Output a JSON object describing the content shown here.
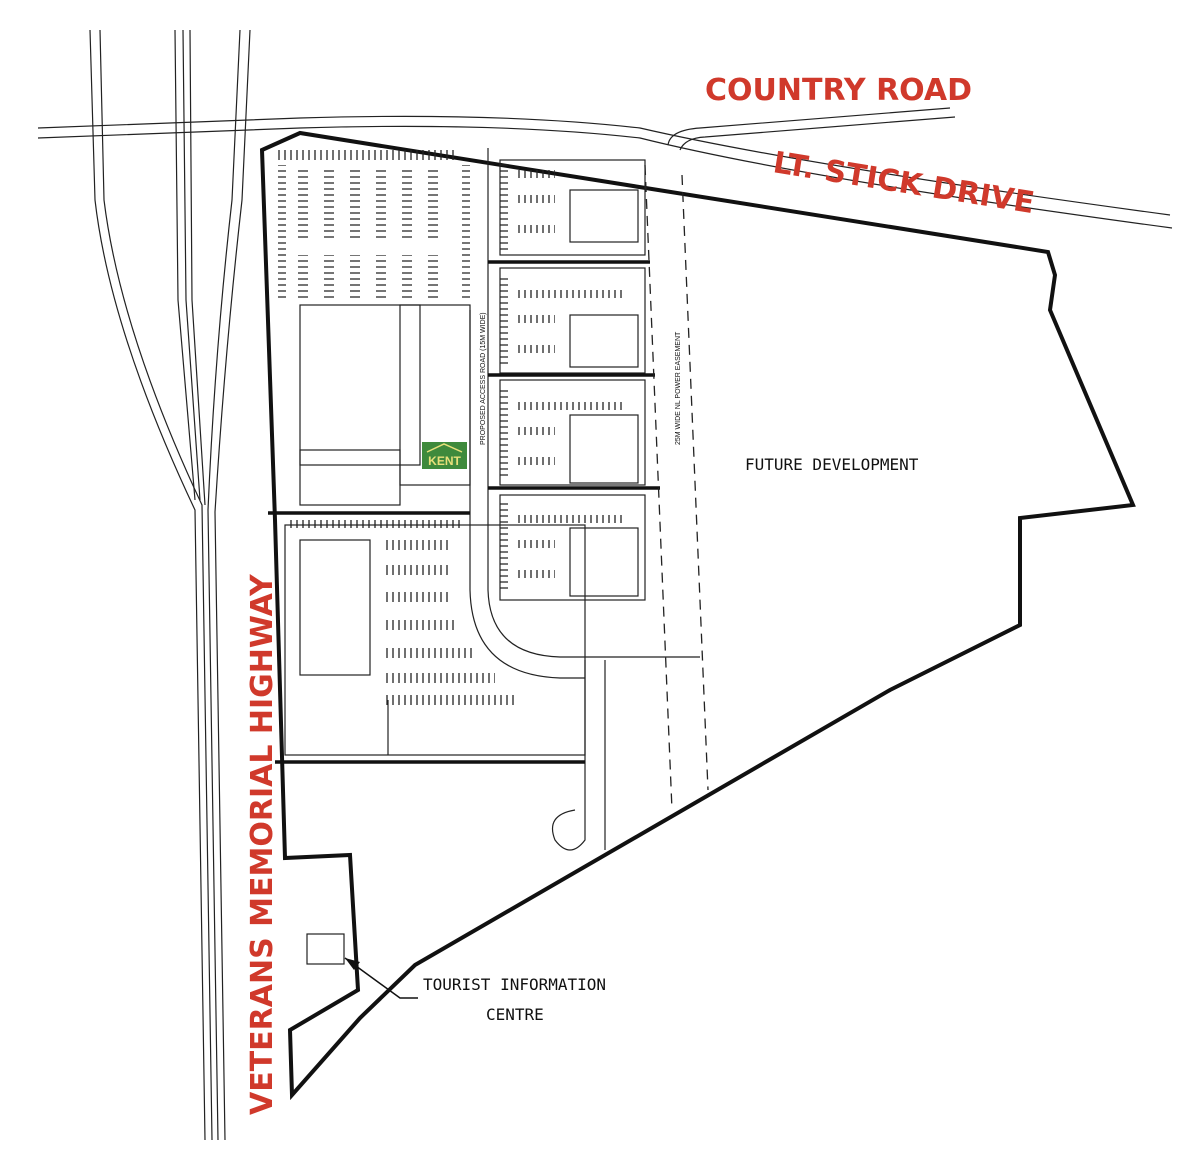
{
  "roads": {
    "country_road": "COUNTRY ROAD",
    "lt_stick_drive": "LT. STICK DRIVE",
    "highway": "VETERANS MEMORIAL HIGHWAY",
    "access_road": "PROPOSED ACCESS ROAD (15M WIDE)",
    "easement": "25M WIDE NL POWER EASEMENT"
  },
  "areas": {
    "future_development": "FUTURE DEVELOPMENT",
    "tourist_centre_line1": "TOURIST INFORMATION",
    "tourist_centre_line2": "CENTRE"
  },
  "logo": {
    "text": "KENT",
    "color": "#3f8a3c",
    "text_color": "#e8e07a"
  },
  "colors": {
    "road_label": "#d0392b",
    "lines": "#111111"
  }
}
